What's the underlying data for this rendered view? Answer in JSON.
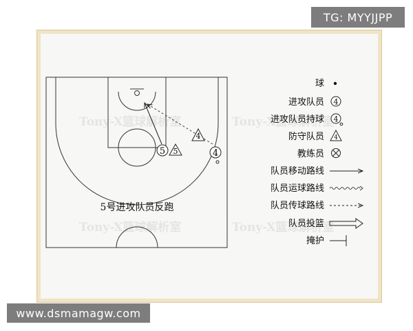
{
  "overlay": {
    "top_badge": "TG: MYYJJPP",
    "bottom_badge": "www.dsmamagw.com",
    "watermark": "Tony-X篮球解析室"
  },
  "diagram": {
    "caption": "5号进攻队员反跑",
    "players": {
      "attacker_5": "5",
      "defender_5": "5",
      "attacker_4": "4",
      "defender_4": "4"
    }
  },
  "legend": [
    {
      "label": "球",
      "symbol": "ball"
    },
    {
      "label": "进攻队员",
      "symbol": "offense",
      "sample": "4"
    },
    {
      "label": "进攻队员持球",
      "symbol": "offense-ball",
      "sample": "4"
    },
    {
      "label": "防守队员",
      "symbol": "defense",
      "sample": "4"
    },
    {
      "label": "教练员",
      "symbol": "coach"
    },
    {
      "label": "队员移动路线",
      "symbol": "move-line"
    },
    {
      "label": "队员运球路线",
      "symbol": "dribble-line"
    },
    {
      "label": "队员传球路线",
      "symbol": "pass-line"
    },
    {
      "label": "队员投篮",
      "symbol": "shot-arrow"
    },
    {
      "label": "掩护",
      "symbol": "screen"
    }
  ]
}
